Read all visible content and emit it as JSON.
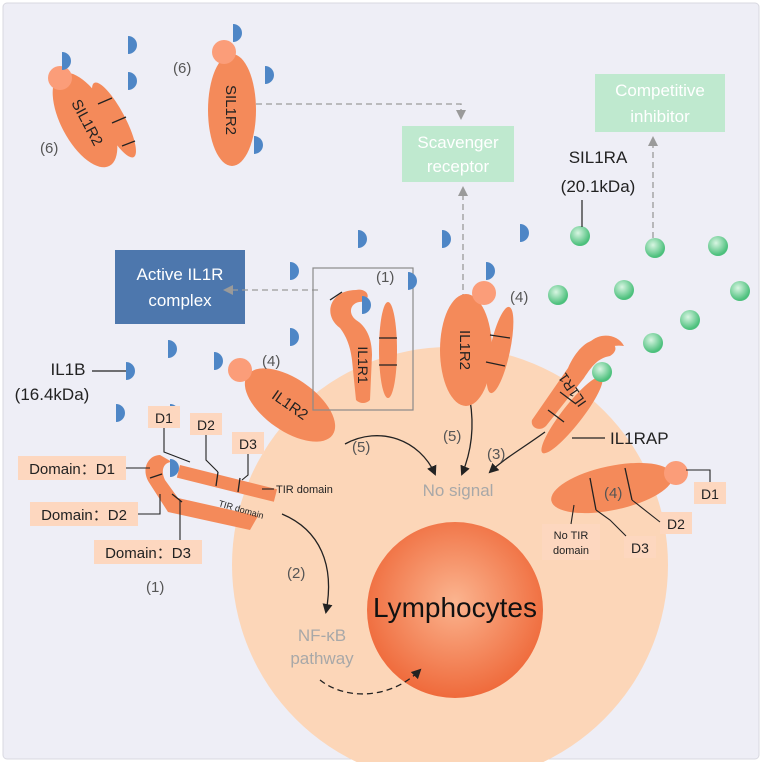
{
  "colors": {
    "background": "#eeeef6",
    "cell_outer": "#fcd6b8",
    "cell_inner": "#f47a4a",
    "receptor": "#f48a5a",
    "ligand_blue": "#4e86c6",
    "antagonist_green": "#5fc98a",
    "label_box": "#fdd7bf",
    "callout_green": "#bfe9cf",
    "callout_blue": "#4d77ad",
    "grey_text": "#8a8a8a"
  },
  "cell": {
    "label": "Lymphocytes"
  },
  "outcomes": {
    "no_signal": "No signal",
    "nfkb_line1": "NF-κB",
    "nfkb_line2": "pathway"
  },
  "callouts": {
    "active_complex_line1": "Active IL1R",
    "active_complex_line2": "complex",
    "scavenger_line1": "Scavenger",
    "scavenger_line2": "receptor",
    "competitive_line1": "Competitive",
    "competitive_line2": "inhibitor"
  },
  "ligands": {
    "il1b_name": "IL1B",
    "il1b_mass": "(16.4kDa)",
    "sil1ra_name": "SIL1RA",
    "sil1ra_mass": "(20.1kDa)"
  },
  "receptors": {
    "sil1r2": "SIL1R2",
    "il1r1": "IL1R1",
    "il1r2": "IL1R2",
    "il1rap": "IL1RAP"
  },
  "domain_labels": {
    "d1": "D1",
    "d2": "D2",
    "d3": "D3",
    "domain_d1": "Domain：D1",
    "domain_d2": "Domain：D2",
    "domain_d3": "Domain：D3",
    "tir_domain": "TIR domain",
    "no_tir_line1": "No TIR",
    "no_tir_line2": "domain"
  },
  "step_markers": {
    "s1": "(1)",
    "s2": "(2)",
    "s3": "(3)",
    "s4": "(4)",
    "s5": "(5)",
    "s6": "(6)"
  }
}
